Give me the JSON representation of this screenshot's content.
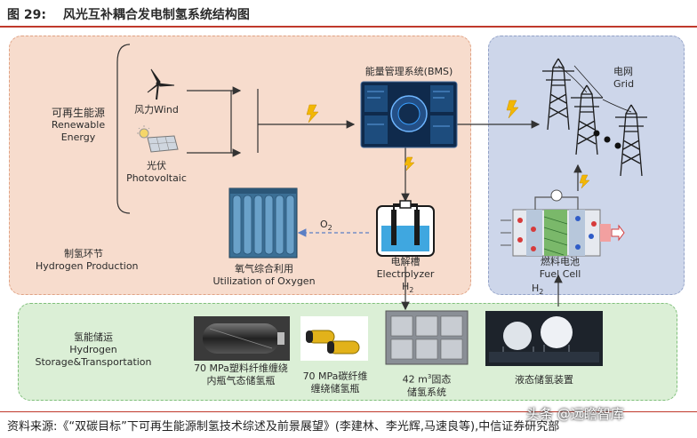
{
  "header": {
    "figure_no": "图 29:",
    "title": "风光互补耦合发电制氢系统结构图"
  },
  "diagram": {
    "renewable": {
      "zh": "可再生能源",
      "en1": "Renewable",
      "en2": "Energy"
    },
    "wind": {
      "label": "风力Wind"
    },
    "solar": {
      "zh": "光伏",
      "en": "Photovoltaic"
    },
    "bms": {
      "label": "能量管理系统(BMS)"
    },
    "grid": {
      "zh": "电网",
      "en": "Grid"
    },
    "oxygen": {
      "zh": "氧气综合利用",
      "en": "Utilization of Oxygen",
      "gas": "O",
      "gas_sub": "2"
    },
    "electrolyzer": {
      "zh": "电解槽",
      "en": "Electrolyzer"
    },
    "fuel_cell": {
      "zh": "燃料电池",
      "en": "Fuel Cell"
    },
    "production": {
      "zh": "制氢环节",
      "en": "Hydrogen Production"
    },
    "h2_left": {
      "gas": "H",
      "sub": "2"
    },
    "h2_right": {
      "gas": "H",
      "sub": "2"
    },
    "storage": {
      "zh": "氢能储运",
      "en1": "Hydrogen",
      "en2": "Storage&Transportation"
    },
    "storage_items": [
      {
        "line1": "70 MPa塑料纤维缠绕",
        "line2": "内瓶气态储氢瓶"
      },
      {
        "line1": "70 MPa碳纤维",
        "line2": "缠绕储氢瓶"
      },
      {
        "line1a": "42 m",
        "sup": "3",
        "line1b": "固态",
        "line2": "储氢系统"
      },
      {
        "line1": "液态储氢装置"
      }
    ],
    "colors": {
      "production_bg": "#f7dccd",
      "production_border": "#e0a284",
      "grid_bg": "#cdd6ea",
      "grid_border": "#93a2c7",
      "storage_bg": "#dbefd6",
      "storage_border": "#7fbf7a",
      "lightning": "#f2b705"
    }
  },
  "footer": {
    "source": "资料来源:《“双碳目标”下可再生能源制氢技术综述及前景展望》(李建林、李光辉,马速良等),中信证券研究部",
    "watermark": "头条 @远瞻智库"
  }
}
